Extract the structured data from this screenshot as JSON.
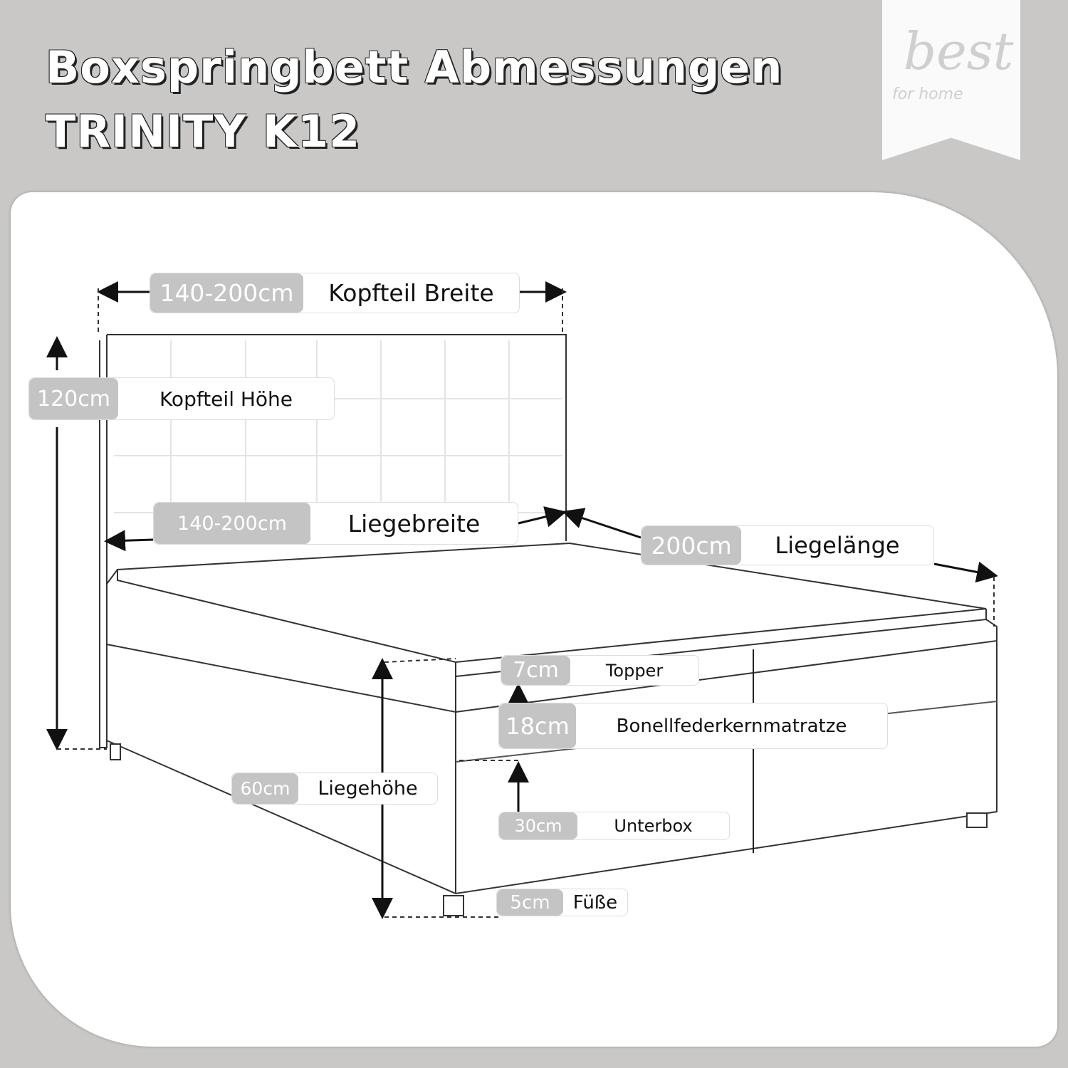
{
  "title": {
    "line1": "Boxspringbett Abmessungen",
    "line2": "TRINITY K12"
  },
  "logo": {
    "main": "best",
    "sub": "for home"
  },
  "dimensions": [
    {
      "value": "140-200cm",
      "name": "Kopfteil Breite"
    },
    {
      "value": "120cm",
      "name": "Kopfteil Höhe"
    },
    {
      "value": "140-200cm",
      "name": "Liegebreite"
    },
    {
      "value": "200cm",
      "name": "Liegelänge"
    },
    {
      "value": "7cm",
      "name": "Topper"
    },
    {
      "value": "18cm",
      "name": "Bonellfederkernmatratze"
    },
    {
      "value": "60cm",
      "name": "Liegehöhe"
    },
    {
      "value": "30cm",
      "name": "Unterbox"
    },
    {
      "value": "5cm",
      "name": "Füße"
    }
  ]
}
